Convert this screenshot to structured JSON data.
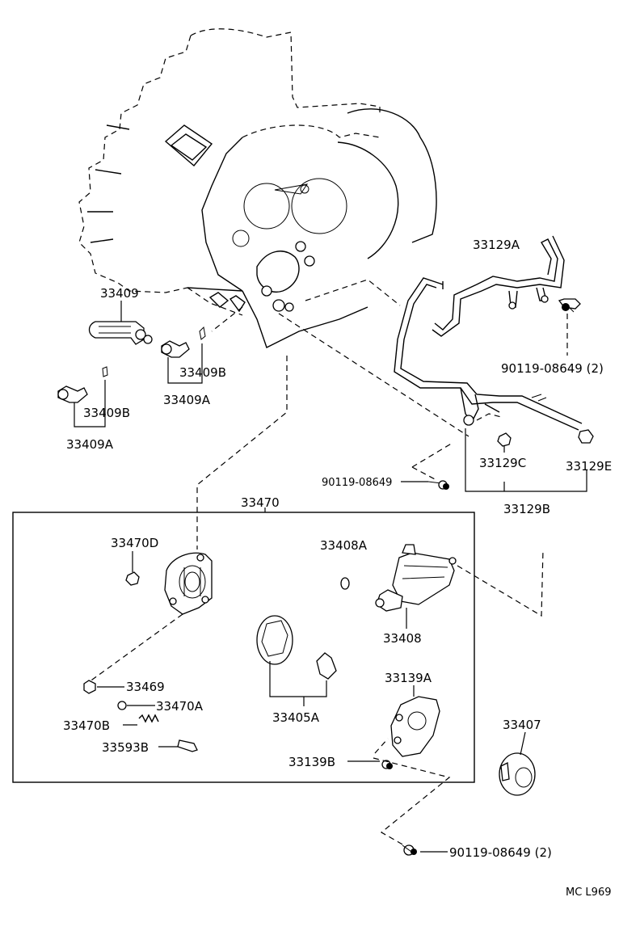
{
  "diagram": {
    "labels": {
      "l33409": "33409",
      "l33409B_1": "33409B",
      "l33409A_1": "33409A",
      "l33409B_2": "33409B",
      "l33409A_2": "33409A",
      "l33129A": "33129A",
      "l90119_top": "90119-08649 (2)",
      "l90119_mid": "90119-08649",
      "l33129C": "33129C",
      "l33129E": "33129E",
      "l33129B": "33129B",
      "l33470": "33470",
      "l33470D": "33470D",
      "l33408A": "33408A",
      "l33408": "33408",
      "l33469": "33469",
      "l33470A": "33470A",
      "l33470B": "33470B",
      "l33593B": "33593B",
      "l33405A": "33405A",
      "l33139A": "33139A",
      "l33139B": "33139B",
      "l33407": "33407",
      "l90119_bot": "90119-08649 (2)",
      "code": "MC L969"
    }
  }
}
